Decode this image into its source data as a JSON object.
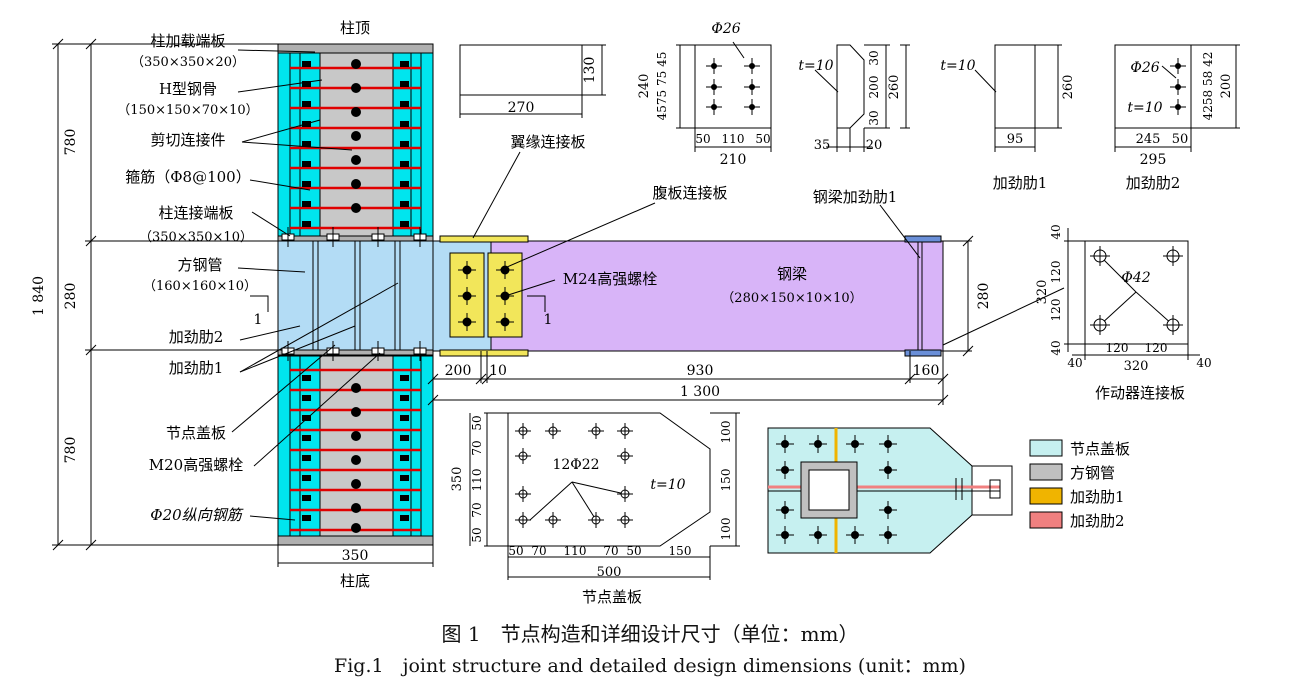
{
  "colors": {
    "cover_plate": "#c6f0f0",
    "square_tube": "#c0c0c0",
    "stiffener1": "#f0b400",
    "stiffener2": "#f08080",
    "column_cyan": "#00e5ee",
    "steel_core": "#c8c8c8",
    "rebar_red": "#e00000",
    "beam_purple": "#d8b4f8",
    "plate_yellow": "#f2e65a",
    "tube_blue": "#b3dcf5"
  },
  "column": {
    "top_label": "柱顶",
    "bottom_label": "柱底",
    "width_dim": "350",
    "dim_total": "1 840",
    "dim_upper": "780",
    "dim_middle": "280",
    "dim_lower": "780"
  },
  "left_labels": {
    "loading_plate": "柱加载端板",
    "loading_plate_size": "（350×350×20）",
    "h_steel": "H型钢骨",
    "h_steel_size": "（150×150×70×10）",
    "shear_connector": "剪切连接件",
    "stirrup": "箍筋（Φ8@100）",
    "column_end_plate": "柱连接端板",
    "column_end_plate_size": "（350×350×10）",
    "square_tube": "方钢管",
    "square_tube_size": "（160×160×10）",
    "stiffener2": "加劲肋2",
    "stiffener1": "加劲肋1",
    "cover_plate": "节点盖板",
    "m20_bolt": "M20高强螺栓",
    "long_rebar": "Φ20纵向钢筋",
    "section_mark": "1"
  },
  "beam": {
    "flange_plate": "翼缘连接板",
    "web_plate": "腹板连接板",
    "m24_bolt": "M24高强螺栓",
    "beam_label": "钢梁",
    "beam_size": "（280×150×10×10）",
    "stiffener": "钢梁加劲肋1",
    "dim_200": "200",
    "dim_10": "10",
    "dim_930": "930",
    "dim_160": "160",
    "dim_1300": "1 300",
    "dim_280": "280",
    "section_mark": "1"
  },
  "detail_flange_plate": {
    "w": "270",
    "h": "130"
  },
  "detail_web_plate": {
    "hole": "Φ26",
    "h_total": "240",
    "h_parts": "4575 75 45",
    "w_parts": [
      "50",
      "110",
      "50"
    ],
    "w_total": "210"
  },
  "detail_beam_stiffener": {
    "t": "t=10",
    "h_parts": [
      "30",
      "200",
      "30"
    ],
    "h_total": "260",
    "bottom": [
      "35",
      "20"
    ]
  },
  "detail_stiffener1": {
    "t": "t=10",
    "h": "260",
    "w": "95",
    "caption": "加劲肋1"
  },
  "detail_stiffener2": {
    "hole": "Φ26",
    "t": "t=10",
    "h_parts": "4258 58 42",
    "h": "200",
    "w_parts": [
      "245",
      "50"
    ],
    "w_total": "295",
    "caption": "加劲肋2"
  },
  "actuator_plate": {
    "hole": "Φ42",
    "side_top": "40",
    "side_parts": [
      "120",
      "120"
    ],
    "side_bottom": "40",
    "total": "320",
    "b_parts": [
      "40",
      "120",
      "120",
      "40"
    ],
    "b_total": "320",
    "caption": "作动器连接板"
  },
  "cover_plate_detail": {
    "bolts": "12Φ22",
    "t": "t=10",
    "left_dims": [
      "50",
      "70",
      "110",
      "70",
      "50"
    ],
    "left_total": "350",
    "right_dims": [
      "100",
      "150",
      "100"
    ],
    "bottom_dims": [
      "50",
      "70",
      "110",
      "70",
      "50",
      "150"
    ],
    "bottom_total": "500",
    "caption": "节点盖板"
  },
  "legend": [
    {
      "label": "节点盖板",
      "color": "#c6f0f0"
    },
    {
      "label": "方钢管",
      "color": "#c0c0c0"
    },
    {
      "label": "加劲肋1",
      "color": "#f0b400"
    },
    {
      "label": "加劲肋2",
      "color": "#f08080"
    }
  ],
  "caption": {
    "cn": "图 1　节点构造和详细设计尺寸（单位：mm）",
    "en": "Fig.1　joint structure and detailed design dimensions (unit：mm)"
  }
}
